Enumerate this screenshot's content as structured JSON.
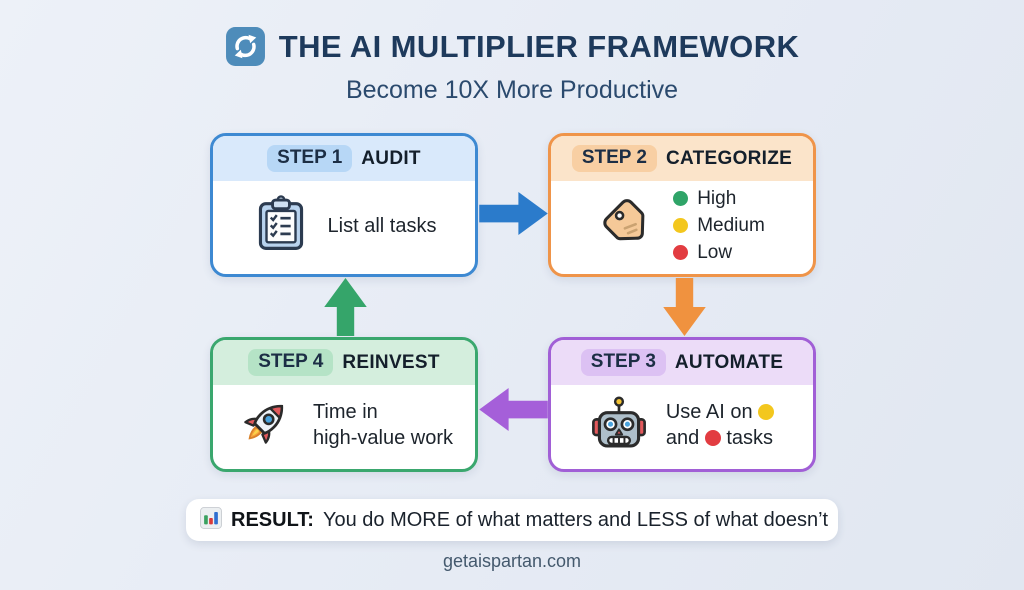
{
  "header": {
    "icon": "cycle-icon",
    "icon_bg": "#4e8cba",
    "title": "THE AI MULTIPLIER FRAMEWORK",
    "title_color": "#1e3a5c",
    "subtitle": "Become 10X More Productive",
    "subtitle_color": "#2b4a6e"
  },
  "steps": [
    {
      "badge": "STEP 1",
      "name": "AUDIT",
      "icon": "clipboard-icon",
      "accent": "#3d89d2",
      "header_bg": "#d9e9fb",
      "badge_bg": "#b7d7f6",
      "text": "List all tasks"
    },
    {
      "badge": "STEP 2",
      "name": "CATEGORIZE",
      "icon": "tag-icon",
      "accent": "#ef9449",
      "header_bg": "#fbe4ca",
      "badge_bg": "#f8cfa3",
      "priorities": [
        {
          "label": "High",
          "color": "#2fa468"
        },
        {
          "label": "Medium",
          "color": "#f3c71e"
        },
        {
          "label": "Low",
          "color": "#e23c41"
        }
      ]
    },
    {
      "badge": "STEP 3",
      "name": "AUTOMATE",
      "icon": "robot-icon",
      "accent": "#a15fd6",
      "header_bg": "#ecdcf8",
      "badge_bg": "#dcc1f3",
      "line1_text": "Use AI on",
      "line1_dot_color": "#f3c71e",
      "line2_prefix": "and",
      "line2_dot_color": "#e23c41",
      "line2_suffix": "tasks"
    },
    {
      "badge": "STEP 4",
      "name": "REINVEST",
      "icon": "rocket-icon",
      "accent": "#3aa76e",
      "header_bg": "#d4eedd",
      "badge_bg": "#b5e3c6",
      "line1": "Time in",
      "line2": "high-value work"
    }
  ],
  "arrows": [
    {
      "from": "STEP 1",
      "to": "STEP 2",
      "direction": "right",
      "color": "#2b7bcb"
    },
    {
      "from": "STEP 2",
      "to": "STEP 3",
      "direction": "down",
      "color": "#f0923f"
    },
    {
      "from": "STEP 3",
      "to": "STEP 4",
      "direction": "left",
      "color": "#a55fd9"
    },
    {
      "from": "STEP 4",
      "to": "STEP 1",
      "direction": "up",
      "color": "#35a56a"
    }
  ],
  "result": {
    "icon": "bar-chart-icon",
    "label": "RESULT:",
    "text": "You do MORE of what matters and LESS of what doesn’t"
  },
  "footer": {
    "website": "getaispartan.com"
  }
}
